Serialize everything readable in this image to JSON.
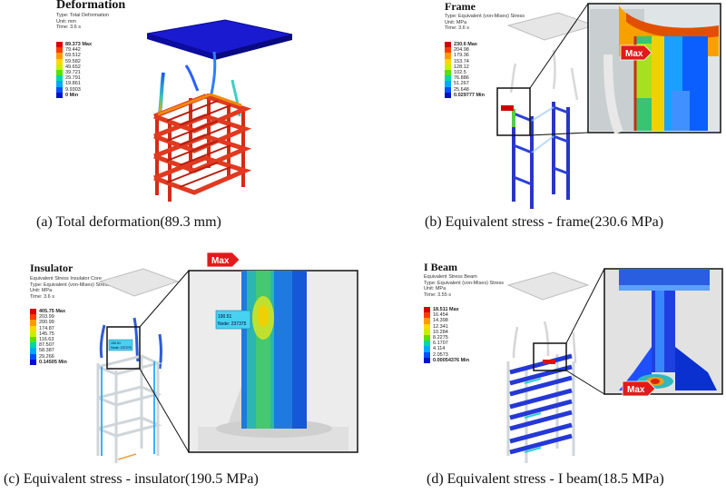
{
  "panels": {
    "a": {
      "title": "Deformation",
      "meta": [
        "Type: Total Deformation",
        "Unit: mm",
        "Time: 3.6 s"
      ],
      "legend": [
        {
          "value": "89.373 Max",
          "color": "#d40000",
          "bold": true
        },
        {
          "value": "79.442",
          "color": "#ff3b00"
        },
        {
          "value": "69.512",
          "color": "#ff9a00"
        },
        {
          "value": "59.582",
          "color": "#ffd800"
        },
        {
          "value": "49.652",
          "color": "#c8ef00"
        },
        {
          "value": "39.721",
          "color": "#58e000"
        },
        {
          "value": "29.791",
          "color": "#00d8a0"
        },
        {
          "value": "19.861",
          "color": "#00a8ff"
        },
        {
          "value": "9.9303",
          "color": "#0050ff"
        },
        {
          "value": "0 Min",
          "color": "#0010c8",
          "bold": true
        }
      ],
      "caption": "(a)  Total  deformation(89.3 mm)"
    },
    "b": {
      "title": "Frame",
      "meta": [
        "Type: Equivalent (von-Mises) Stress",
        "Unit: MPa",
        "Time: 3.6 s"
      ],
      "legend": [
        {
          "value": "230.6 Max",
          "color": "#d40000",
          "bold": true
        },
        {
          "value": "204.98",
          "color": "#ff3b00"
        },
        {
          "value": "179.36",
          "color": "#ff9a00"
        },
        {
          "value": "153.74",
          "color": "#ffd800"
        },
        {
          "value": "128.12",
          "color": "#c8ef00"
        },
        {
          "value": "102.5",
          "color": "#58e000"
        },
        {
          "value": "76.886",
          "color": "#00d8a0"
        },
        {
          "value": "51.267",
          "color": "#00a8ff"
        },
        {
          "value": "25.648",
          "color": "#0050ff"
        },
        {
          "value": "0.029777 Min",
          "color": "#0010c8",
          "bold": true
        }
      ],
      "max_label": "Max",
      "caption": "(b)  Equivalent  stress  -  frame(230.6 MPa)"
    },
    "c": {
      "title": "Insulator",
      "meta": [
        "Equivalent Stress Insulator Core",
        "Type: Equivalent (von-Mises) Stress",
        "Unit: MPa",
        "Time: 3.6 s"
      ],
      "legend": [
        {
          "value": "405.75 Max",
          "color": "#d40000",
          "bold": true
        },
        {
          "value": "203.99",
          "color": "#ff3b00"
        },
        {
          "value": "200.99",
          "color": "#ff9a00"
        },
        {
          "value": "174.87",
          "color": "#ffd800"
        },
        {
          "value": "145.75",
          "color": "#c8ef00"
        },
        {
          "value": "116.63",
          "color": "#58e000"
        },
        {
          "value": "87.507",
          "color": "#00d8a0"
        },
        {
          "value": "58.387",
          "color": "#00a8ff"
        },
        {
          "value": "29.266",
          "color": "#0050ff"
        },
        {
          "value": "0.14505 Min",
          "color": "#0010c8",
          "bold": true
        }
      ],
      "max_label": "Max",
      "probe_values": [
        "190.51",
        "Node: 237375"
      ],
      "caption": "(c)  Equivalent  stress  -  insulator(190.5 MPa)"
    },
    "d": {
      "title": "I Beam",
      "meta": [
        "Equivalent Stress Beam",
        "Type: Equivalent (von-Mises) Stress",
        "Unit: MPa",
        "Time: 3.55 s"
      ],
      "legend": [
        {
          "value": "18.511 Max",
          "color": "#d40000",
          "bold": true
        },
        {
          "value": "16.454",
          "color": "#ff3b00"
        },
        {
          "value": "14.398",
          "color": "#ff9a00"
        },
        {
          "value": "12.341",
          "color": "#ffd800"
        },
        {
          "value": "10.284",
          "color": "#c8ef00"
        },
        {
          "value": "8.2275",
          "color": "#58e000"
        },
        {
          "value": "6.1707",
          "color": "#00d8a0"
        },
        {
          "value": "4.114",
          "color": "#00a8ff"
        },
        {
          "value": "2.0573",
          "color": "#0050ff"
        },
        {
          "value": "0.00054376 Min",
          "color": "#0010c8",
          "bold": true
        }
      ],
      "max_label": "Max",
      "caption": "(d)  Equivalent  stress  -  I beam(18.5 MPa)"
    }
  }
}
